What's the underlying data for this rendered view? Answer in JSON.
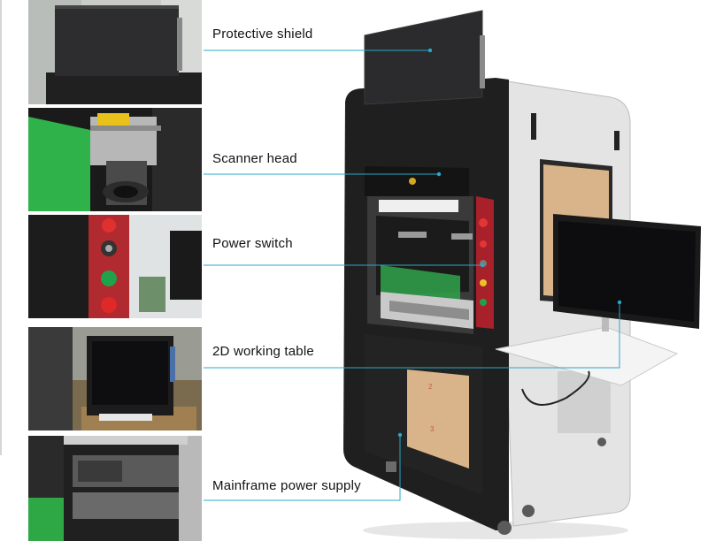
{
  "callouts": [
    {
      "label": "Protective shield"
    },
    {
      "label": "Scanner head"
    },
    {
      "label": "Power switch"
    },
    {
      "label": "2D working table"
    },
    {
      "label": "Mainframe power supply"
    }
  ],
  "colors": {
    "leader": "#2aa8c8",
    "machine_black": "#1f1f1f",
    "machine_panel": "#e9e9e9",
    "control_red": "#a8202a",
    "workpiece_tan": "#d9b48a"
  },
  "icons": [
    "machine-photo",
    "shield-photo",
    "scanner-head-photo",
    "power-switch-photo",
    "working-table-photo",
    "power-supply-photo"
  ]
}
